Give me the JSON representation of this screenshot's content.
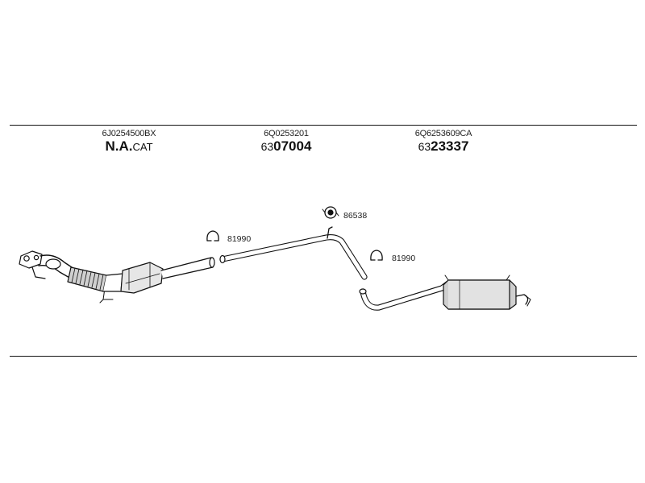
{
  "parts": [
    {
      "oe_number": "6J0254500BX",
      "prefix": "",
      "code": "N.A.",
      "suffix": "CAT"
    },
    {
      "oe_number": "6Q0253201",
      "prefix": "63",
      "code": "07004",
      "suffix": ""
    },
    {
      "oe_number": "6Q6253609CA",
      "prefix": "63",
      "code": "23337",
      "suffix": ""
    }
  ],
  "clamps": [
    {
      "label": "81990",
      "icon": "clamp-icon"
    },
    {
      "label": "86538",
      "icon": "rubber-mount-icon"
    },
    {
      "label": "81990",
      "icon": "clamp-icon"
    }
  ],
  "colors": {
    "line": "#111111",
    "fill": "#ffffff",
    "shade": "#bdbdbd"
  }
}
